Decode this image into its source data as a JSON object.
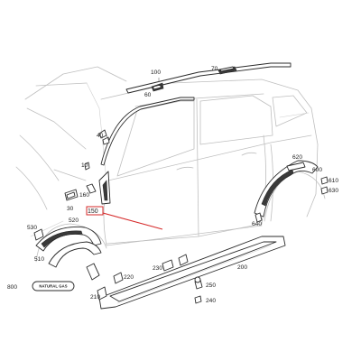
{
  "colors": {
    "background": "#ffffff",
    "car_outline": "#bfbfbf",
    "part_outline": "#2b2b2b",
    "highlight_red": "#d62a2a",
    "label_text": "#222222"
  },
  "labels": {
    "l100": "100",
    "l70": "70",
    "l60": "60",
    "l40": "40",
    "l10": "10",
    "l160": "160",
    "l30": "30",
    "l150": "150",
    "l530": "530",
    "l520": "520",
    "l510": "510",
    "l620": "620",
    "l600": "600",
    "l610": "610",
    "l630": "630",
    "l640": "640",
    "l200": "200",
    "l220": "220",
    "l230": "230",
    "l210": "210",
    "l250": "250",
    "l240": "240",
    "l800": "800"
  },
  "badge": {
    "text": "NATURAL GAS"
  }
}
